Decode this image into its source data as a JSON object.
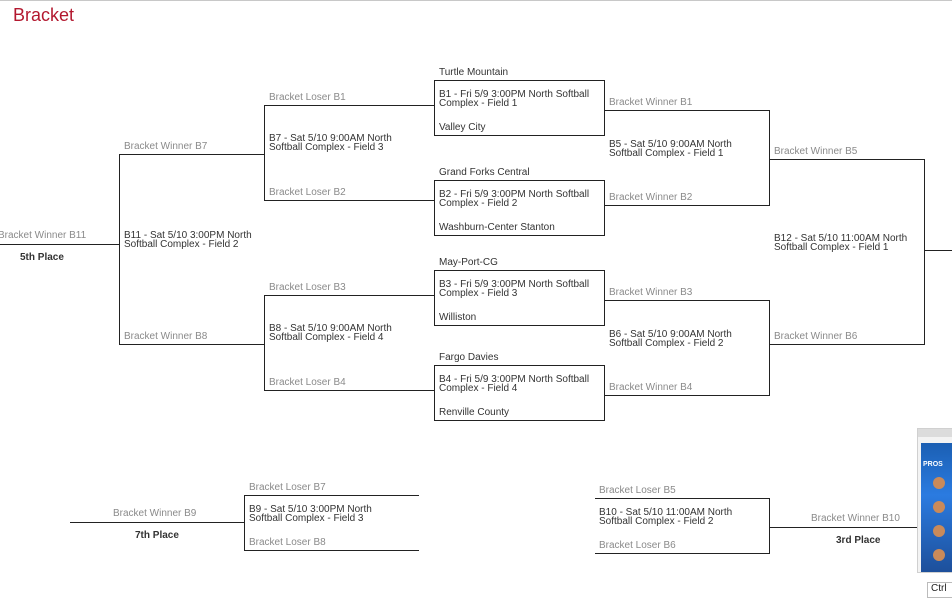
{
  "page": {
    "title": "Bracket"
  },
  "left_edge": {
    "label": "Bracket Winner B11",
    "place": "5th Place"
  },
  "round1": [
    {
      "top_team": "Turtle Mountain",
      "game": "B1 - Fri 5/9 3:00PM North Softball Complex - Field 1",
      "bottom_team": "Valley City"
    },
    {
      "top_team": "Grand Forks Central",
      "game": "B2 - Fri 5/9 3:00PM North Softball Complex - Field 2",
      "bottom_team": "Washburn-Center Stanton"
    },
    {
      "top_team": "May-Port-CG",
      "game": "B3 - Fri 5/9 3:00PM North Softball Complex - Field 3",
      "bottom_team": "Williston"
    },
    {
      "top_team": "Fargo Davies",
      "game": "B4 - Fri 5/9 3:00PM North Softball Complex - Field 4",
      "bottom_team": "Renville County"
    }
  ],
  "consolation": [
    {
      "top": "Bracket Loser B1",
      "game": "B7 - Sat 5/10 9:00AM North Softball Complex - Field 3",
      "bottom": "Bracket Loser B2"
    },
    {
      "top": "Bracket Loser B3",
      "game": "B8 - Sat 5/10 9:00AM North Softball Complex - Field 4",
      "bottom": "Bracket Loser B4"
    }
  ],
  "b11": {
    "top": "Bracket Winner B7",
    "game": "B11 - Sat 5/10 3:00PM North Softball Complex - Field 2",
    "bottom": "Bracket Winner B8"
  },
  "semis": [
    {
      "top": "Bracket Winner B1",
      "game": "B5 - Sat 5/10 9:00AM North Softball Complex - Field 1",
      "bottom": "Bracket Winner B2"
    },
    {
      "top": "Bracket Winner B3",
      "game": "B6 - Sat 5/10 9:00AM North Softball Complex - Field 2",
      "bottom": "Bracket Winner B4"
    }
  ],
  "final": {
    "top": "Bracket Winner B5",
    "game": "B12 - Sat 5/10 11:00AM North Softball Complex - Field 1",
    "bottom": "Bracket Winner B6"
  },
  "b9": {
    "top": "Bracket Loser B7",
    "game": "B9 - Sat 5/10 3:00PM North Softball Complex - Field 3",
    "bottom": "Bracket Loser B8",
    "winner": "Bracket Winner B9",
    "place": "7th Place"
  },
  "b10": {
    "top": "Bracket Loser B5",
    "game": "B10 - Sat 5/10 11:00AM North Softball Complex - Field 2",
    "bottom": "Bracket Loser B6",
    "winner": "Bracket Winner B10",
    "place": "3rd Place"
  },
  "overlay": {
    "ad_text": "PROS",
    "shortcut": "Ctrl"
  }
}
